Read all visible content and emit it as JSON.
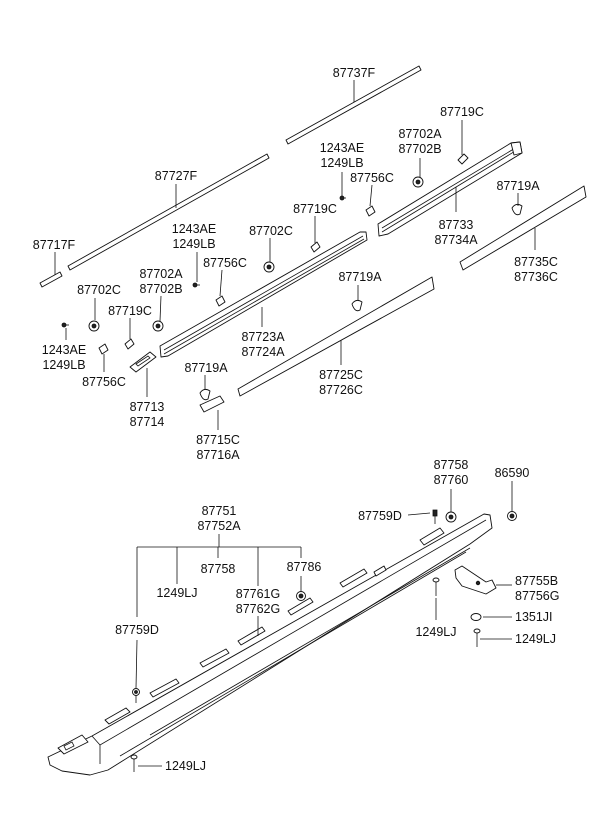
{
  "labels": {
    "p87737F": "87737F",
    "p87727F": "87727F",
    "p87717F": "87717F",
    "p87719C_top": "87719C",
    "p87702A_r": "87702A",
    "p87702B_r": "87702B",
    "p1243AE_1": "1243AE",
    "p1249LB_1": "1249LB",
    "p87756C_1": "87756C",
    "p87719C_2": "87719C",
    "p87719A_1": "87719A",
    "p87733": "87733",
    "p87734A": "87734A",
    "p1243AE_2": "1243AE",
    "p1249LB_2": "1249LB",
    "p87702C_1": "87702C",
    "p87735C": "87735C",
    "p87736C": "87736C",
    "p87702A_l": "87702A",
    "p87702B_l": "87702B",
    "p87756C_2": "87756C",
    "p87719A_2": "87719A",
    "p87702C_2": "87702C",
    "p87719C_3": "87719C",
    "p1243AE_3": "1243AE",
    "p1249LB_3": "1249LB",
    "p87756C_3": "87756C",
    "p87723A": "87723A",
    "p87724A": "87724A",
    "p87725C": "87725C",
    "p87726C": "87726C",
    "p87719A_3": "87719A",
    "p87713": "87713",
    "p87714": "87714",
    "p87715C": "87715C",
    "p87716A": "87716A",
    "p87758_top": "87758",
    "p87760": "87760",
    "p86590": "86590",
    "p87759D_top": "87759D",
    "p87751": "87751",
    "p87752A": "87752A",
    "p87758_mid": "87758",
    "p87786": "87786",
    "p1249LJ_a": "1249LJ",
    "p87761G": "87761G",
    "p87762G": "87762G",
    "p87755B": "87755B",
    "p87756G": "87756G",
    "p1351JI": "1351JI",
    "p87759D_left": "87759D",
    "p1249LJ_b": "1249LJ",
    "p1249LJ_c": "1249LJ",
    "p1249LJ_d": "1249LJ"
  }
}
